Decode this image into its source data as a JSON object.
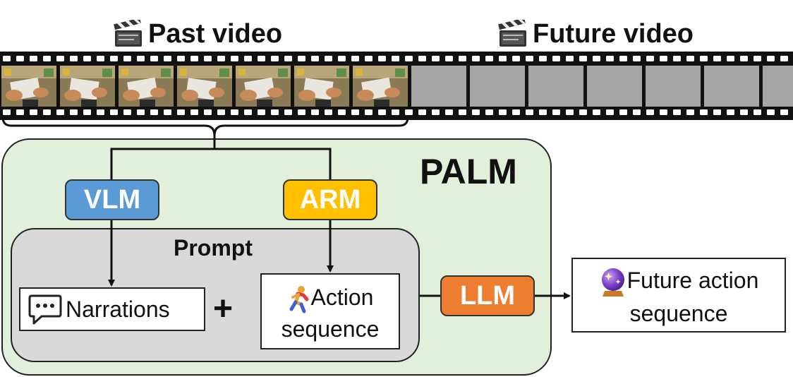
{
  "header": {
    "past_video": "Past video",
    "future_video": "Future video"
  },
  "palm": {
    "title": "PALM"
  },
  "models": {
    "vlm": "VLM",
    "arm": "ARM",
    "llm": "LLM"
  },
  "prompt": {
    "title": "Prompt",
    "narrations": "Narrations",
    "plus": "+",
    "action_line1": "Action",
    "action_line2": "sequence"
  },
  "output": {
    "line1": "Future action",
    "line2": "sequence"
  },
  "icons": {
    "clapper": "clapperboard-icon",
    "speech": "speech-bubble-icon",
    "runner": "running-person-icon",
    "crystal_ball": "crystal-ball-icon"
  },
  "colors": {
    "palm_bg": "#e2efda",
    "prompt_bg": "#d9d9d9",
    "vlm": "#5b9bd5",
    "arm": "#ffc000",
    "llm": "#ed7d31",
    "future_frame": "#a6a6a6"
  }
}
